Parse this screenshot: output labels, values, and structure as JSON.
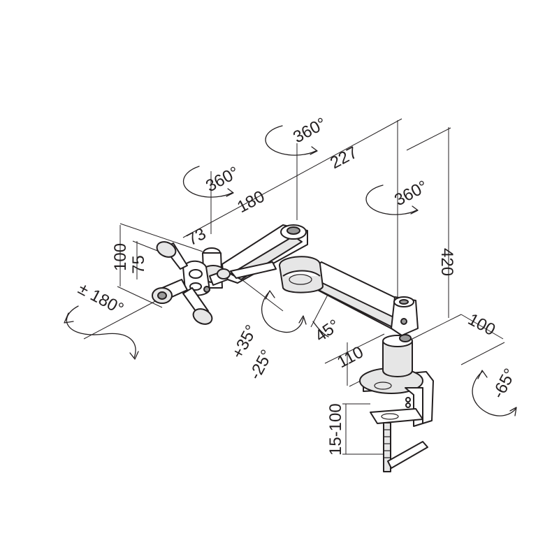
{
  "dimensions": {
    "d73": "73",
    "d180": "180",
    "d227": "227",
    "d100_top": "100",
    "d75": "75",
    "d420": "420",
    "d100_right": "100",
    "d110": "110",
    "d15_100": "15-100"
  },
  "angles": {
    "rot_head": "360°",
    "rot_mid": "360°",
    "rot_base": "360°",
    "tilt": "± 180°",
    "tilt_up": "+35°",
    "tilt_down": "-25°",
    "arm_angle": "45°",
    "swing": "-65°"
  },
  "colors": {
    "line": "#231f20",
    "metal_light": "#e6e6e6",
    "metal_dark": "#9a9a9a"
  }
}
